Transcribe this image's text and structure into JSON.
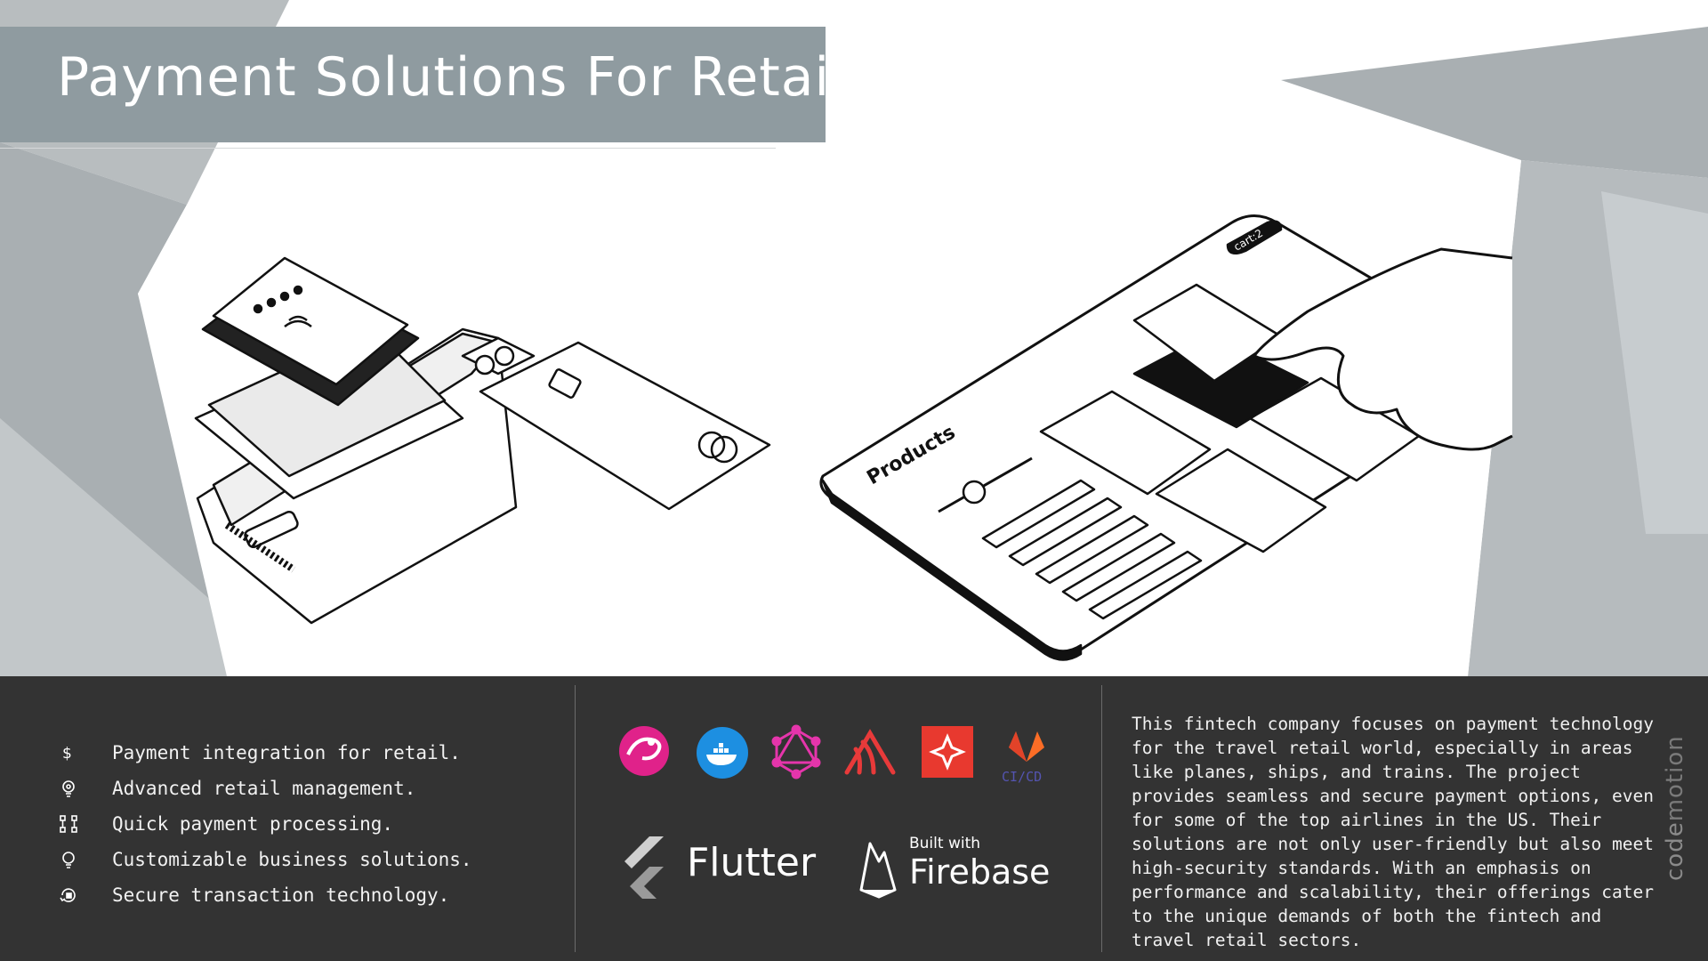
{
  "title": "Payment Solutions For Retail",
  "colors": {
    "band": "#8f9ba0",
    "footer": "#333333",
    "shape_dark": "#a8aeb1",
    "shape_light": "#c3c8ca"
  },
  "illustration": {
    "products_label": "Products",
    "cart_label": "cart:2"
  },
  "features": [
    {
      "icon": "dollar-icon",
      "label": "Payment integration for retail."
    },
    {
      "icon": "gear-bulb-icon",
      "label": "Advanced retail management."
    },
    {
      "icon": "flow-icon",
      "label": "Quick payment processing."
    },
    {
      "icon": "lightbulb-icon",
      "label": "Customizable business solutions."
    },
    {
      "icon": "secure-refresh-icon",
      "label": "Secure transaction technology."
    }
  ],
  "tech": {
    "logos": [
      "reactivex-icon",
      "docker-icon",
      "graphql-icon",
      "sentry-icon",
      "jetpack-compose-icon",
      "gitlab-cicd-icon"
    ],
    "cicd_label": "CI/CD",
    "flutter_label": "Flutter",
    "firebase_small": "Built with",
    "firebase_big": "Firebase"
  },
  "description": "This fintech company focuses on payment technology for the travel retail world, especially in areas like planes, ships, and trains. The project provides seamless and secure payment options, even for some of the top airlines in the US. Their solutions are not only user-friendly but also meet high-security standards. With an emphasis on performance and scalability, their offerings cater to the unique demands of both the fintech and travel retail sectors.",
  "brand": {
    "part1": "code",
    "part2": "motion"
  }
}
